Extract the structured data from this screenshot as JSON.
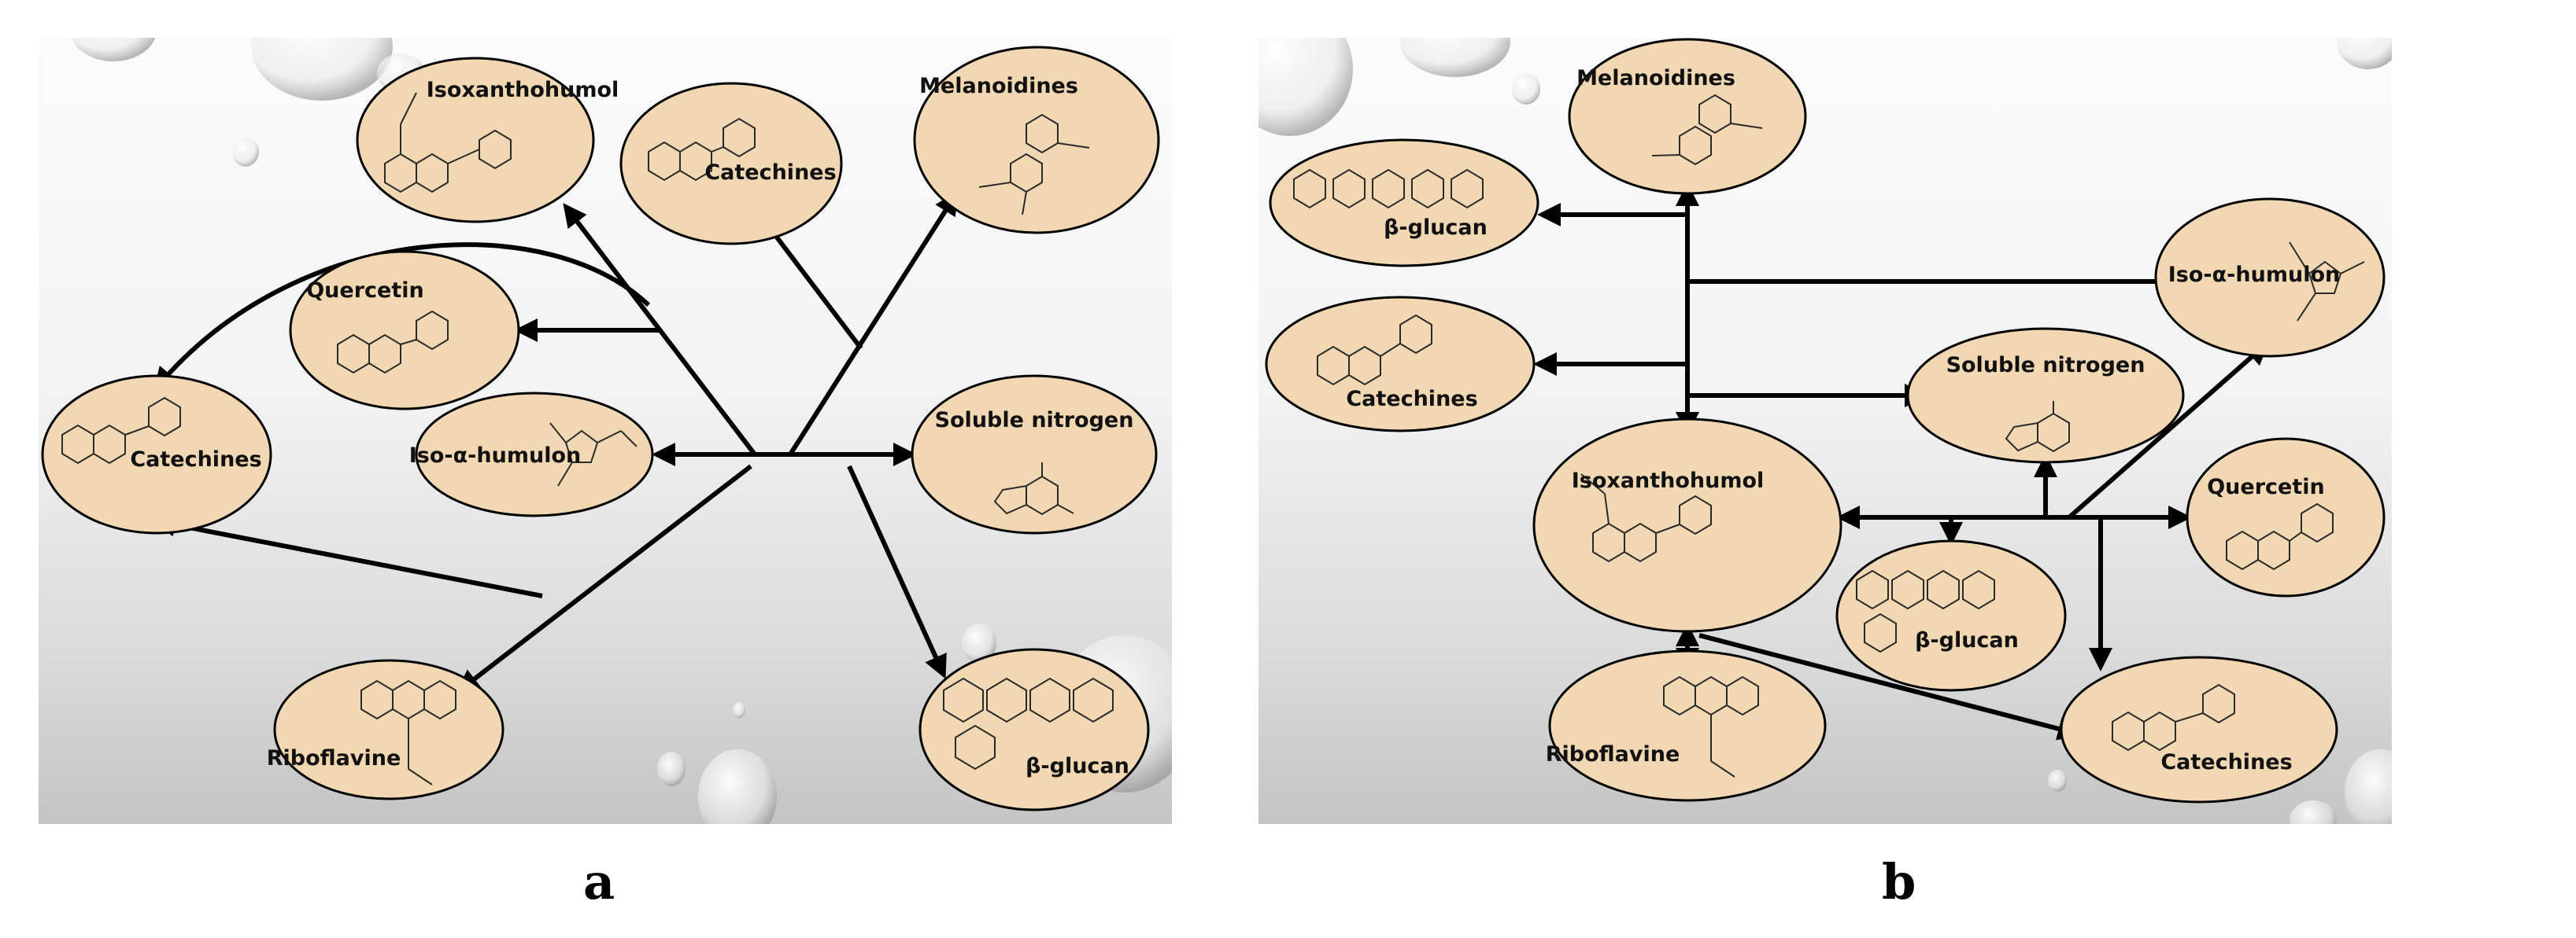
{
  "panels": [
    {
      "id": "a",
      "caption": "a",
      "nodes": [
        {
          "key": "isoxanthohumol",
          "label": "Isoxanthohumol"
        },
        {
          "key": "catechines-top",
          "label": "Catechines"
        },
        {
          "key": "melanoidines",
          "label": "Melanoidines"
        },
        {
          "key": "quercetin",
          "label": "Quercetin"
        },
        {
          "key": "catechines-left",
          "label": "Catechines"
        },
        {
          "key": "iso-alpha-humulon",
          "label": "Iso-α-humulon"
        },
        {
          "key": "soluble-nitrogen",
          "label": "Soluble nitrogen"
        },
        {
          "key": "riboflavine",
          "label": "Riboflavine"
        },
        {
          "key": "beta-glucan",
          "label": "β-glucan"
        }
      ]
    },
    {
      "id": "b",
      "caption": "b",
      "nodes": [
        {
          "key": "melanoidines",
          "label": "Melanoidines"
        },
        {
          "key": "beta-glucan-top",
          "label": "β-glucan"
        },
        {
          "key": "iso-alpha-humulon",
          "label": "Iso-α-humulon"
        },
        {
          "key": "catechines-left",
          "label": "Catechines"
        },
        {
          "key": "soluble-nitrogen",
          "label": "Soluble nitrogen"
        },
        {
          "key": "isoxanthohumol",
          "label": "Isoxanthohumol"
        },
        {
          "key": "quercetin",
          "label": "Quercetin"
        },
        {
          "key": "beta-glucan-mid",
          "label": "β-glucan"
        },
        {
          "key": "riboflavine",
          "label": "Riboflavine"
        },
        {
          "key": "catechines-right",
          "label": "Catechines"
        }
      ]
    }
  ],
  "colors": {
    "node_fill": "#f2d7b3",
    "node_stroke": "#000000",
    "arrow": "#000000"
  }
}
